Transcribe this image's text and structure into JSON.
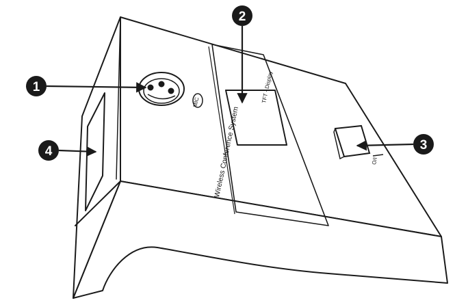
{
  "device": {
    "panel_text": "Wireless Conference System",
    "display_label": "TFT - Display",
    "mic_label": "MIC",
    "switch_mark": "O/I"
  },
  "callouts": [
    {
      "number": "1",
      "part": "microphone-socket"
    },
    {
      "number": "2",
      "part": "tft-display"
    },
    {
      "number": "3",
      "part": "power-switch"
    },
    {
      "number": "4",
      "part": "side-opening"
    }
  ],
  "colors": {
    "ink": "#1a1a1a",
    "paper": "#ffffff"
  }
}
